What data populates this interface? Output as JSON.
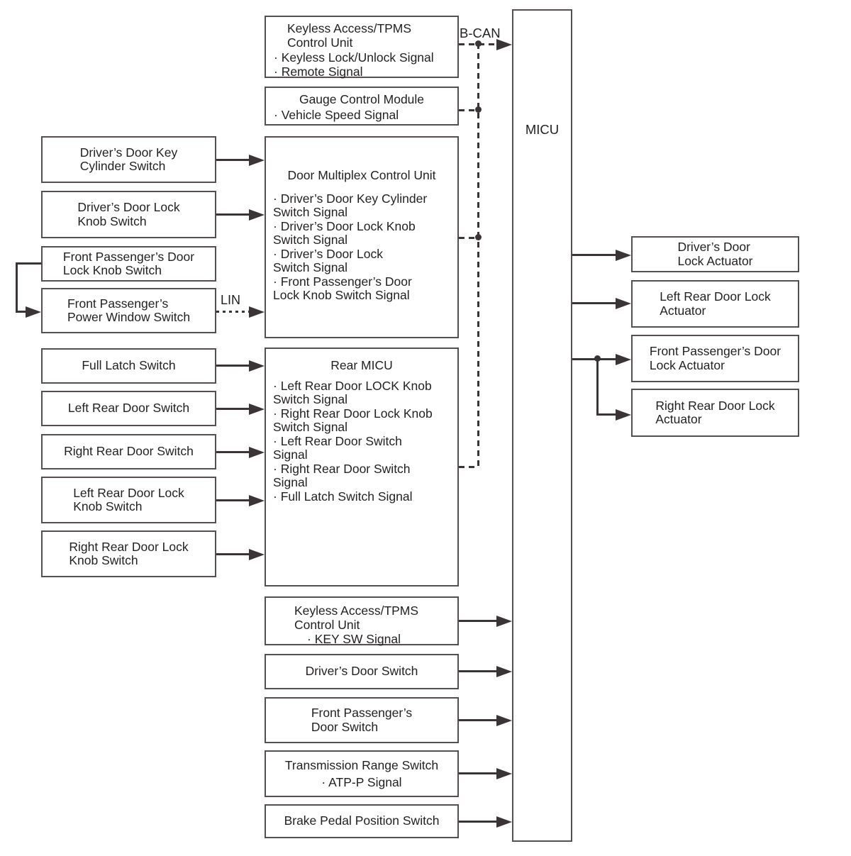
{
  "labels": {
    "b_can": "B-CAN",
    "lin": "LIN",
    "micu": "MICU"
  },
  "left_column": [
    {
      "label": "Driver’s Door Key\nCylinder Switch"
    },
    {
      "label": "Driver’s Door Lock\nKnob Switch"
    },
    {
      "label": "Front Passenger’s Door\nLock Knob Switch"
    },
    {
      "label": "Front Passenger’s\nPower Window Switch"
    },
    {
      "label": "Full Latch Switch"
    },
    {
      "label": "Left Rear Door Switch"
    },
    {
      "label": "Right Rear Door Switch"
    },
    {
      "label": "Left Rear Door Lock\nKnob Switch"
    },
    {
      "label": "Right Rear Door Lock\nKnob Switch"
    }
  ],
  "middle_column": [
    {
      "title": "Keyless Access/TPMS\nControl Unit",
      "signals": "· Keyless Lock/Unlock Signal\n· Remote Signal"
    },
    {
      "title": "Gauge Control Module",
      "signals": "· Vehicle Speed Signal"
    },
    {
      "title": "Door Multiplex Control Unit",
      "signals": "· Driver’s Door Key Cylinder\nSwitch Signal\n· Driver’s Door Lock Knob\nSwitch Signal\n· Driver’s Door Lock\nSwitch Signal\n· Front Passenger’s Door\nLock Knob Switch Signal"
    },
    {
      "title": "Rear MICU",
      "signals": "· Left Rear Door LOCK Knob\nSwitch Signal\n· Right Rear Door Lock Knob\nSwitch Signal\n· Left Rear Door Switch\nSignal\n· Right Rear Door Switch\nSignal\n· Full Latch Switch Signal"
    },
    {
      "title": "Keyless Access/TPMS\nControl Unit",
      "signals": "· KEY SW Signal"
    },
    {
      "label": "Driver’s Door Switch"
    },
    {
      "label": "Front Passenger’s\nDoor Switch"
    },
    {
      "title": "Transmission Range Switch",
      "signals": "· ATP-P Signal"
    },
    {
      "label": "Brake Pedal Position Switch"
    }
  ],
  "right_column": [
    {
      "label": "Driver’s Door\nLock Actuator"
    },
    {
      "label": "Left Rear Door Lock\nActuator"
    },
    {
      "label": "Front Passenger’s Door\nLock Actuator"
    },
    {
      "label": "Right Rear Door Lock\nActuator"
    }
  ]
}
